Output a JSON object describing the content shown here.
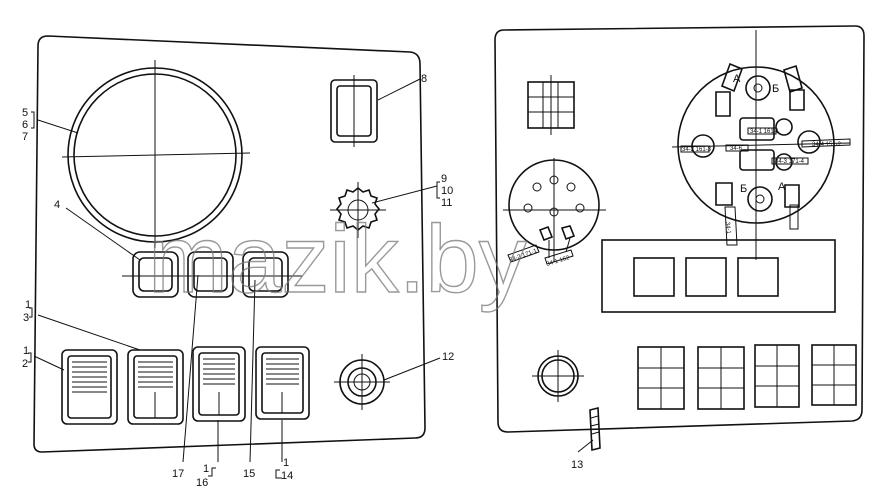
{
  "callouts": {
    "c1": "5",
    "c2": "6",
    "c3": "7",
    "c4": "8",
    "c5": "9",
    "c6": "10",
    "c7": "11",
    "c8": "4",
    "c9": "1",
    "c10": "3",
    "c11": "1",
    "c12": "2",
    "c13": "12",
    "c14": "17",
    "c15": "1",
    "c16": "16",
    "c17": "15",
    "c18": "1",
    "c19": "14",
    "c20": "13"
  },
  "wire_tags": {
    "t1": "А",
    "t2": "Б",
    "t3": "А",
    "t4": "Б",
    "t5": "34-1 161-1",
    "t6": "34-2 161-3",
    "t7": "34-6",
    "t8": "34-3 171-4",
    "t9": "34-4 151-2",
    "t10": "34-1",
    "t11": "34-2 171-1",
    "t12": "34-1 162"
  },
  "watermark": "mazik.by"
}
